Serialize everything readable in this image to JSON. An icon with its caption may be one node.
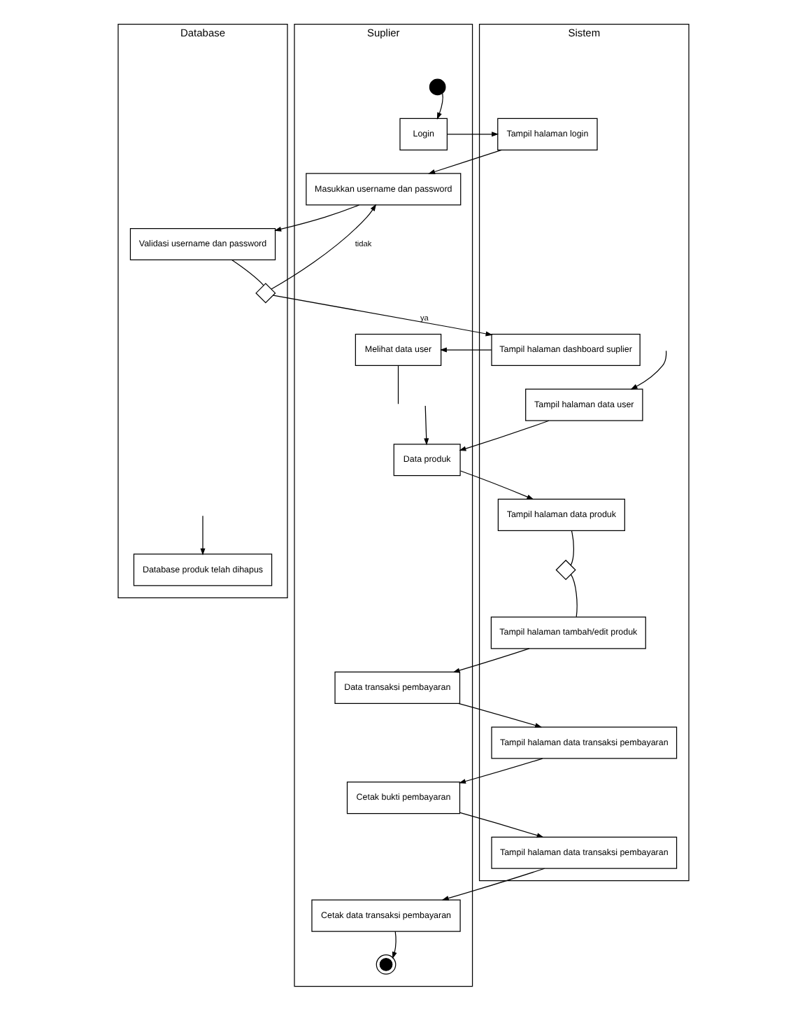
{
  "diagram": {
    "nodes": [
      {
        "text": [
          "Suplier"
        ]
      },
      {
        "text": [
          "Sistem"
        ]
      },
      {
        "text": [
          "Database"
        ]
      },
      {
        "text": [],
        "shape": "circle",
        "in": 0
      },
      {
        "text": [
          "Login"
        ],
        "in": 0
      },
      {
        "text": [
          "Tampil halaman login"
        ],
        "in": 1
      },
      {
        "text": [
          "Masukkan username dan password"
        ],
        "in": 0
      },
      {
        "text": [
          "Validasi username dan password"
        ],
        "in": 2
      },
      {
        "text": [],
        "shape": "diamond",
        "in": 2
      },
      {
        "text": [
          "Melihat data user"
        ],
        "in": 0
      },
      {
        "text": [
          "Tampil halaman dashboard suplier"
        ],
        "in": 1
      },
      {
        "text": [
          "Tampil halaman data user"
        ],
        "in": 1
      },
      {
        "text": [
          "Data produk"
        ],
        "in": 0
      },
      {
        "text": [
          "Tampil halaman data produk"
        ],
        "in": 1
      },
      {
        "text": [],
        "shape": "diamond",
        "in": 1
      },
      {
        "text": [
          "Tampil halaman tambah/edit produk"
        ],
        "in": 1
      },
      {
        "text": [
          "Database produk telah dihapus"
        ],
        "in": 2
      },
      {
        "text": [
          "Data transaksi pembayaran"
        ],
        "in": 0
      },
      {
        "text": [
          "Tampil halaman data transaksi pembayaran"
        ],
        "in": 1
      },
      {
        "text": [
          "Cetak bukti pembayaran"
        ],
        "in": 0
      },
      {
        "text": [
          "Tampil halaman data transaksi pembayaran"
        ],
        "in": 1
      },
      {
        "text": [
          "Cetak data transaksi pembayaran"
        ],
        "in": 0
      },
      {
        "text": [],
        "shape": "circle",
        "in": 0
      }
    ],
    "edges": [
      {
        "from": 3,
        "to": 4,
        "arrow": "to"
      },
      {
        "from": 4,
        "to": 5,
        "arrow": "to"
      },
      {
        "from": 5,
        "to": 6,
        "arrow": "to"
      },
      {
        "from": 6,
        "to": 7,
        "arrow": "to"
      },
      {
        "from": 7,
        "to": 8,
        "arrow": "none"
      },
      {
        "from": 8,
        "to": 6,
        "arrow": "to",
        "label": "tidak"
      },
      {
        "from": 8,
        "to": 10,
        "arrow": "to",
        "label": "ya"
      },
      {
        "from": 10,
        "to": 9,
        "arrow": "to"
      },
      {
        "from": 9,
        "to": null,
        "arrow": "none"
      },
      {
        "from": null,
        "to": 11,
        "arrow": "to"
      },
      {
        "from": 11,
        "to": 12,
        "arrow": "to"
      },
      {
        "from": null,
        "to": 12,
        "arrow": "to"
      },
      {
        "from": 12,
        "to": 13,
        "arrow": "to"
      },
      {
        "from": 13,
        "to": 14,
        "arrow": "none"
      },
      {
        "from": 14,
        "to": 15,
        "arrow": "none"
      },
      {
        "from": null,
        "to": 16,
        "arrow": "to"
      },
      {
        "from": 15,
        "to": 17,
        "arrow": "to"
      },
      {
        "from": 17,
        "to": 18,
        "arrow": "to"
      },
      {
        "from": 18,
        "to": 19,
        "arrow": "to"
      },
      {
        "from": 19,
        "to": 20,
        "arrow": "to"
      },
      {
        "from": 20,
        "to": 21,
        "arrow": "to"
      },
      {
        "from": 21,
        "to": 22,
        "arrow": "to"
      }
    ]
  }
}
